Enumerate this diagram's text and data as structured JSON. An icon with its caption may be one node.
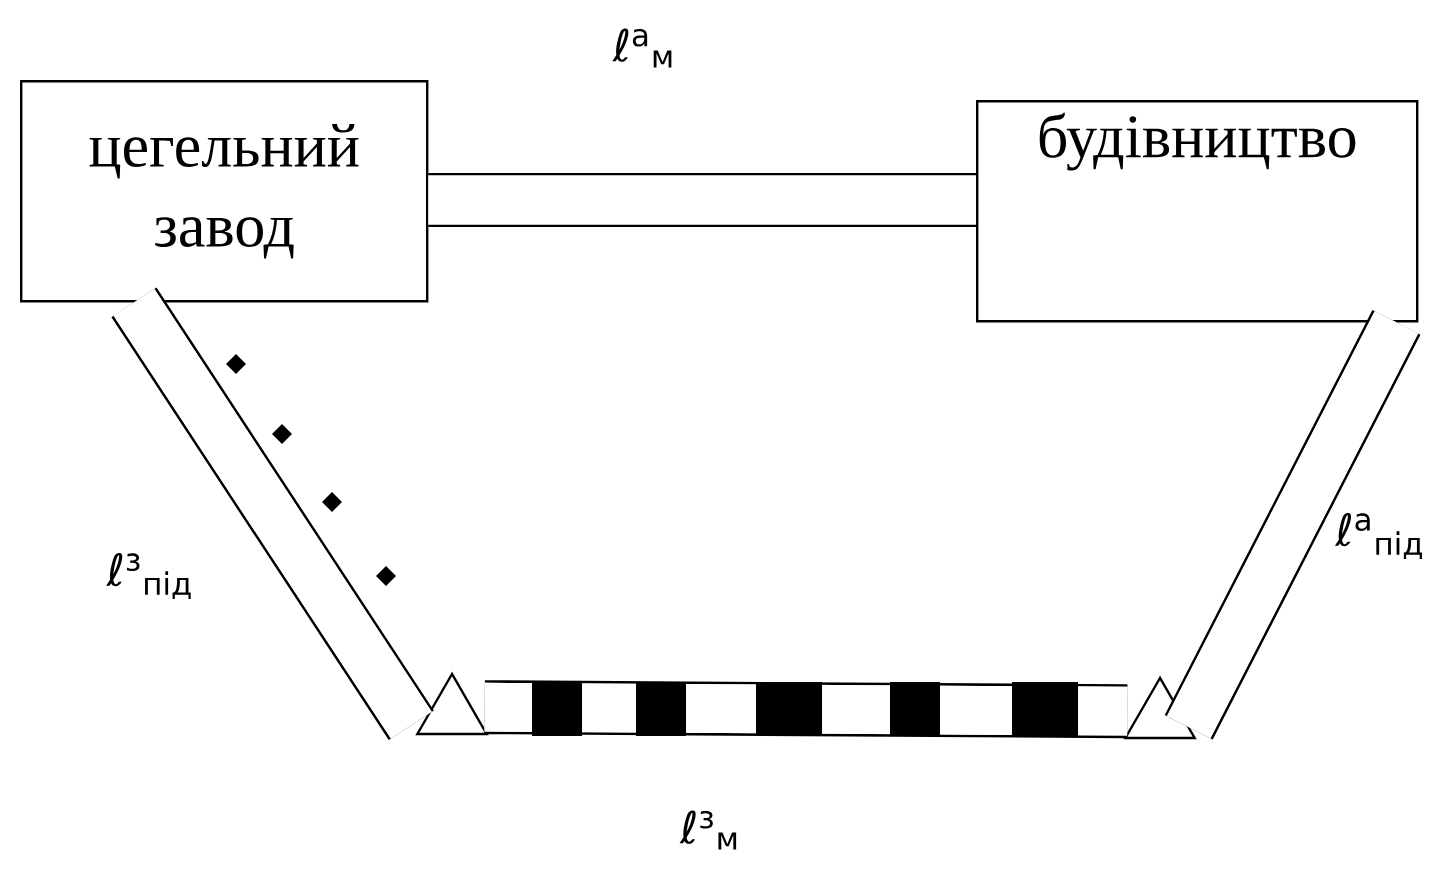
{
  "diagram": {
    "nodes": [
      {
        "text": [
          "цегельний завод"
        ]
      },
      {
        "text": [
          "будівництво"
        ]
      },
      {
        "text": [],
        "shape": "triangle"
      },
      {
        "text": [],
        "shape": "triangle"
      }
    ],
    "edges": [
      {
        "from": 0,
        "to": 1,
        "arrow": "none",
        "label": "ℓ$^{а}$$_{м}$"
      },
      {
        "from": 0,
        "to": 2,
        "arrow": "none",
        "label": "ℓ$^{з}$$_{під}$"
      },
      {
        "from": 2,
        "to": 3,
        "arrow": "none",
        "label": "ℓ$^{з}$$_{м}$"
      },
      {
        "from": 3,
        "to": 1,
        "arrow": "none",
        "label": "ℓ$^{а}$$_{під}$"
      }
    ]
  }
}
